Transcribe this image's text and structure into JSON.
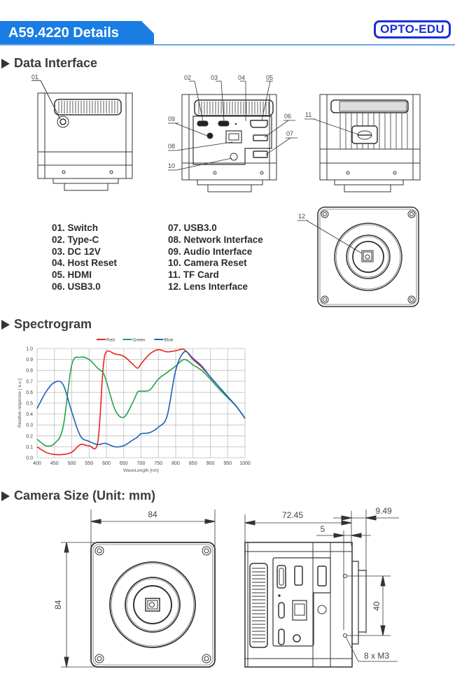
{
  "header": {
    "title": "A59.4220 Details",
    "logo": "OPTO-EDU",
    "accent_color": "#1a7de3",
    "logo_color": "#1a2fd6"
  },
  "sections": {
    "data_interface": {
      "title": "Data Interface",
      "callouts": {
        "front": [
          "01"
        ],
        "back": [
          "02",
          "03",
          "04",
          "05",
          "06",
          "07",
          "08",
          "09",
          "10"
        ],
        "side": [
          "11"
        ],
        "lens": [
          "12"
        ]
      },
      "legend_left": [
        "01. Switch",
        "02. Type-C",
        "03. DC 12V",
        "04. Host Reset",
        "05. HDMI",
        "06. USB3.0"
      ],
      "legend_right": [
        "07. USB3.0",
        "08. Network Interface",
        "09. Audio Interface",
        "10. Camera Reset",
        "11. TF Card",
        "12. Lens Interface"
      ]
    },
    "spectrogram": {
      "title": "Spectrogram"
    },
    "camera_size": {
      "title": "Camera Size (Unit: mm)",
      "dimensions": {
        "width": "84",
        "height": "84",
        "depth": "72.45",
        "flange": "5",
        "lens_mount": "9.49",
        "hole_spacing": "40",
        "screws": "8 x M3"
      }
    }
  },
  "chart_data": {
    "type": "line",
    "title": "",
    "xlabel": "WaveLength [nm]",
    "ylabel": "Relative response [ a.u.]",
    "xlim": [
      400,
      1000
    ],
    "ylim": [
      0.0,
      1.0
    ],
    "x_ticks": [
      "400",
      "450",
      "500",
      "550",
      "600",
      "650",
      "700",
      "750",
      "800",
      "850",
      "900",
      "950",
      "1000"
    ],
    "y_ticks": [
      "0.0",
      "0.1",
      "0.2",
      "0.3",
      "0.4",
      "0.5",
      "0.6",
      "0.7",
      "0.8",
      "0.9",
      "1.0"
    ],
    "grid": true,
    "legend_position": "top-center",
    "x": [
      400,
      425,
      450,
      475,
      500,
      525,
      550,
      575,
      590,
      600,
      625,
      650,
      675,
      690,
      700,
      725,
      750,
      775,
      800,
      825,
      850,
      875,
      900,
      925,
      950,
      975,
      1000
    ],
    "series": [
      {
        "name": "Red",
        "color": "#e8221c",
        "values": [
          0.1,
          0.05,
          0.03,
          0.03,
          0.05,
          0.12,
          0.11,
          0.14,
          0.8,
          0.97,
          0.95,
          0.93,
          0.86,
          0.82,
          0.86,
          0.95,
          0.99,
          0.97,
          0.98,
          0.99,
          0.9,
          0.83,
          0.74,
          0.65,
          0.56,
          0.47,
          0.36
        ]
      },
      {
        "name": "Green",
        "color": "#1fa54a",
        "values": [
          0.17,
          0.11,
          0.13,
          0.28,
          0.85,
          0.92,
          0.9,
          0.82,
          0.78,
          0.7,
          0.44,
          0.37,
          0.5,
          0.6,
          0.61,
          0.62,
          0.72,
          0.78,
          0.84,
          0.9,
          0.85,
          0.8,
          0.72,
          0.63,
          0.55,
          0.47,
          0.36
        ]
      },
      {
        "name": "Blue",
        "color": "#1e5fb8",
        "values": [
          0.45,
          0.6,
          0.69,
          0.67,
          0.42,
          0.2,
          0.15,
          0.12,
          0.13,
          0.13,
          0.1,
          0.11,
          0.16,
          0.19,
          0.22,
          0.23,
          0.28,
          0.38,
          0.8,
          0.97,
          0.91,
          0.84,
          0.74,
          0.65,
          0.56,
          0.47,
          0.36
        ]
      }
    ]
  }
}
